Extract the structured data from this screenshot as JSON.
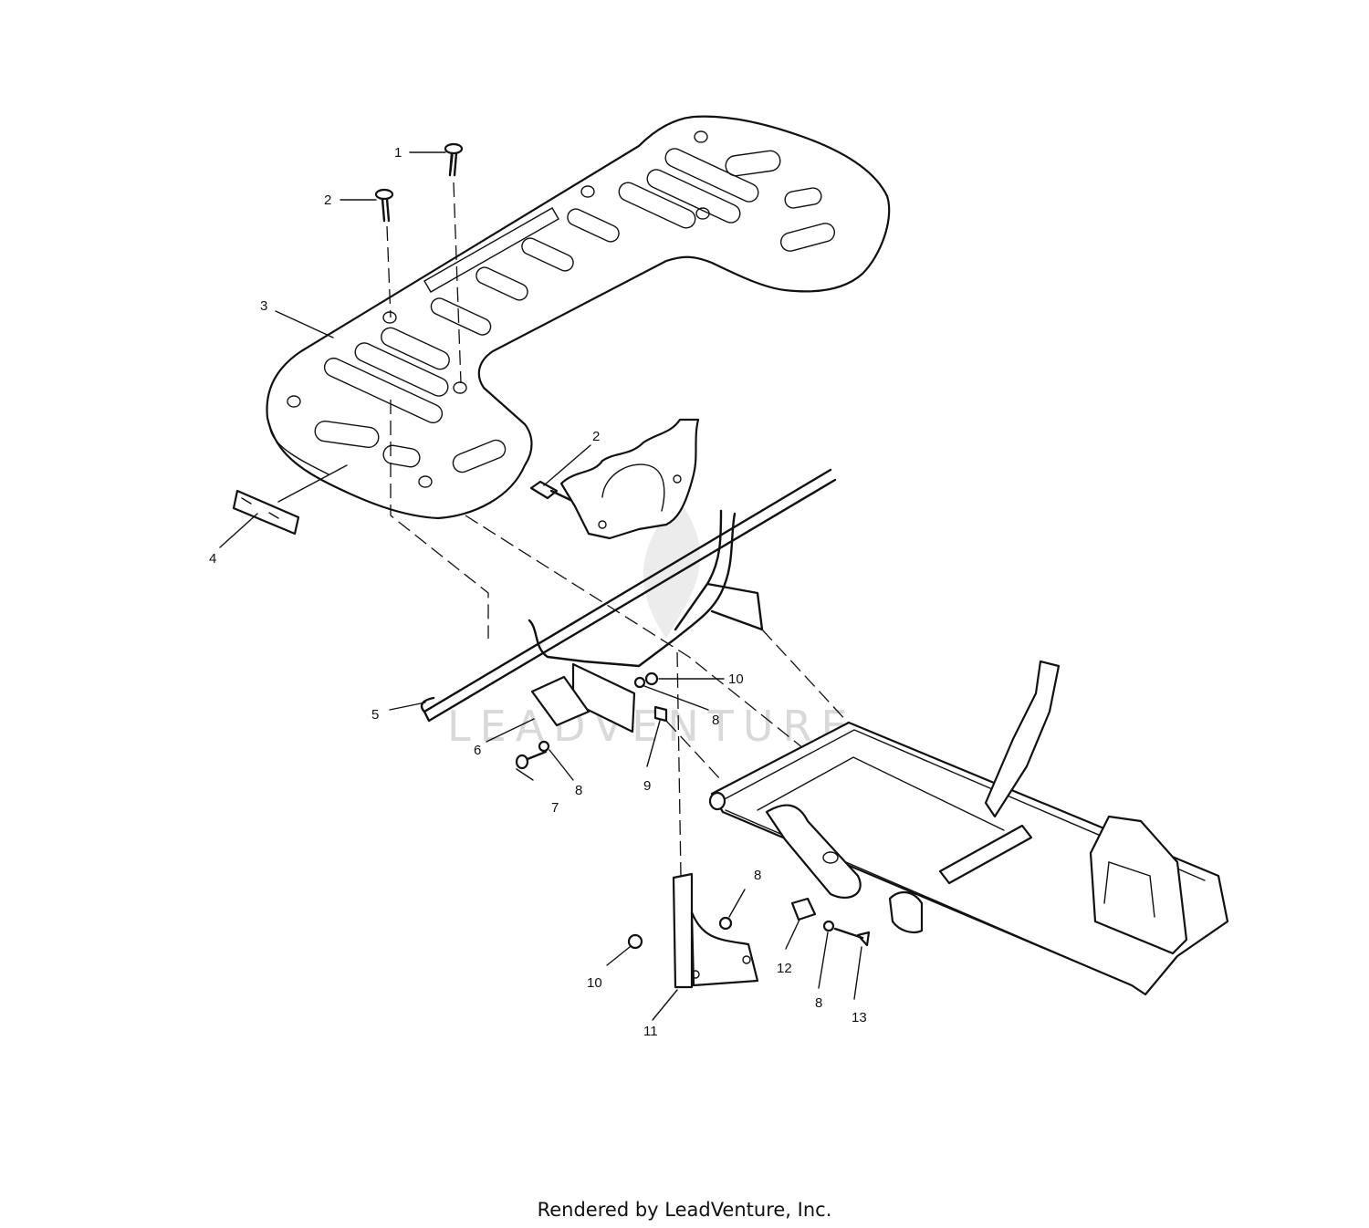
{
  "watermark": {
    "text": "LEADVENTURE"
  },
  "footer": {
    "text": "Rendered by LeadVenture, Inc."
  },
  "callouts": [
    {
      "label": "1"
    },
    {
      "label": "2"
    },
    {
      "label": "3"
    },
    {
      "label": "2"
    },
    {
      "label": "4"
    },
    {
      "label": "5"
    },
    {
      "label": "6"
    },
    {
      "label": "7"
    },
    {
      "label": "8"
    },
    {
      "label": "10"
    },
    {
      "label": "8"
    },
    {
      "label": "9"
    },
    {
      "label": "8"
    },
    {
      "label": "10"
    },
    {
      "label": "11"
    },
    {
      "label": "12"
    },
    {
      "label": "8"
    },
    {
      "label": "13"
    }
  ]
}
